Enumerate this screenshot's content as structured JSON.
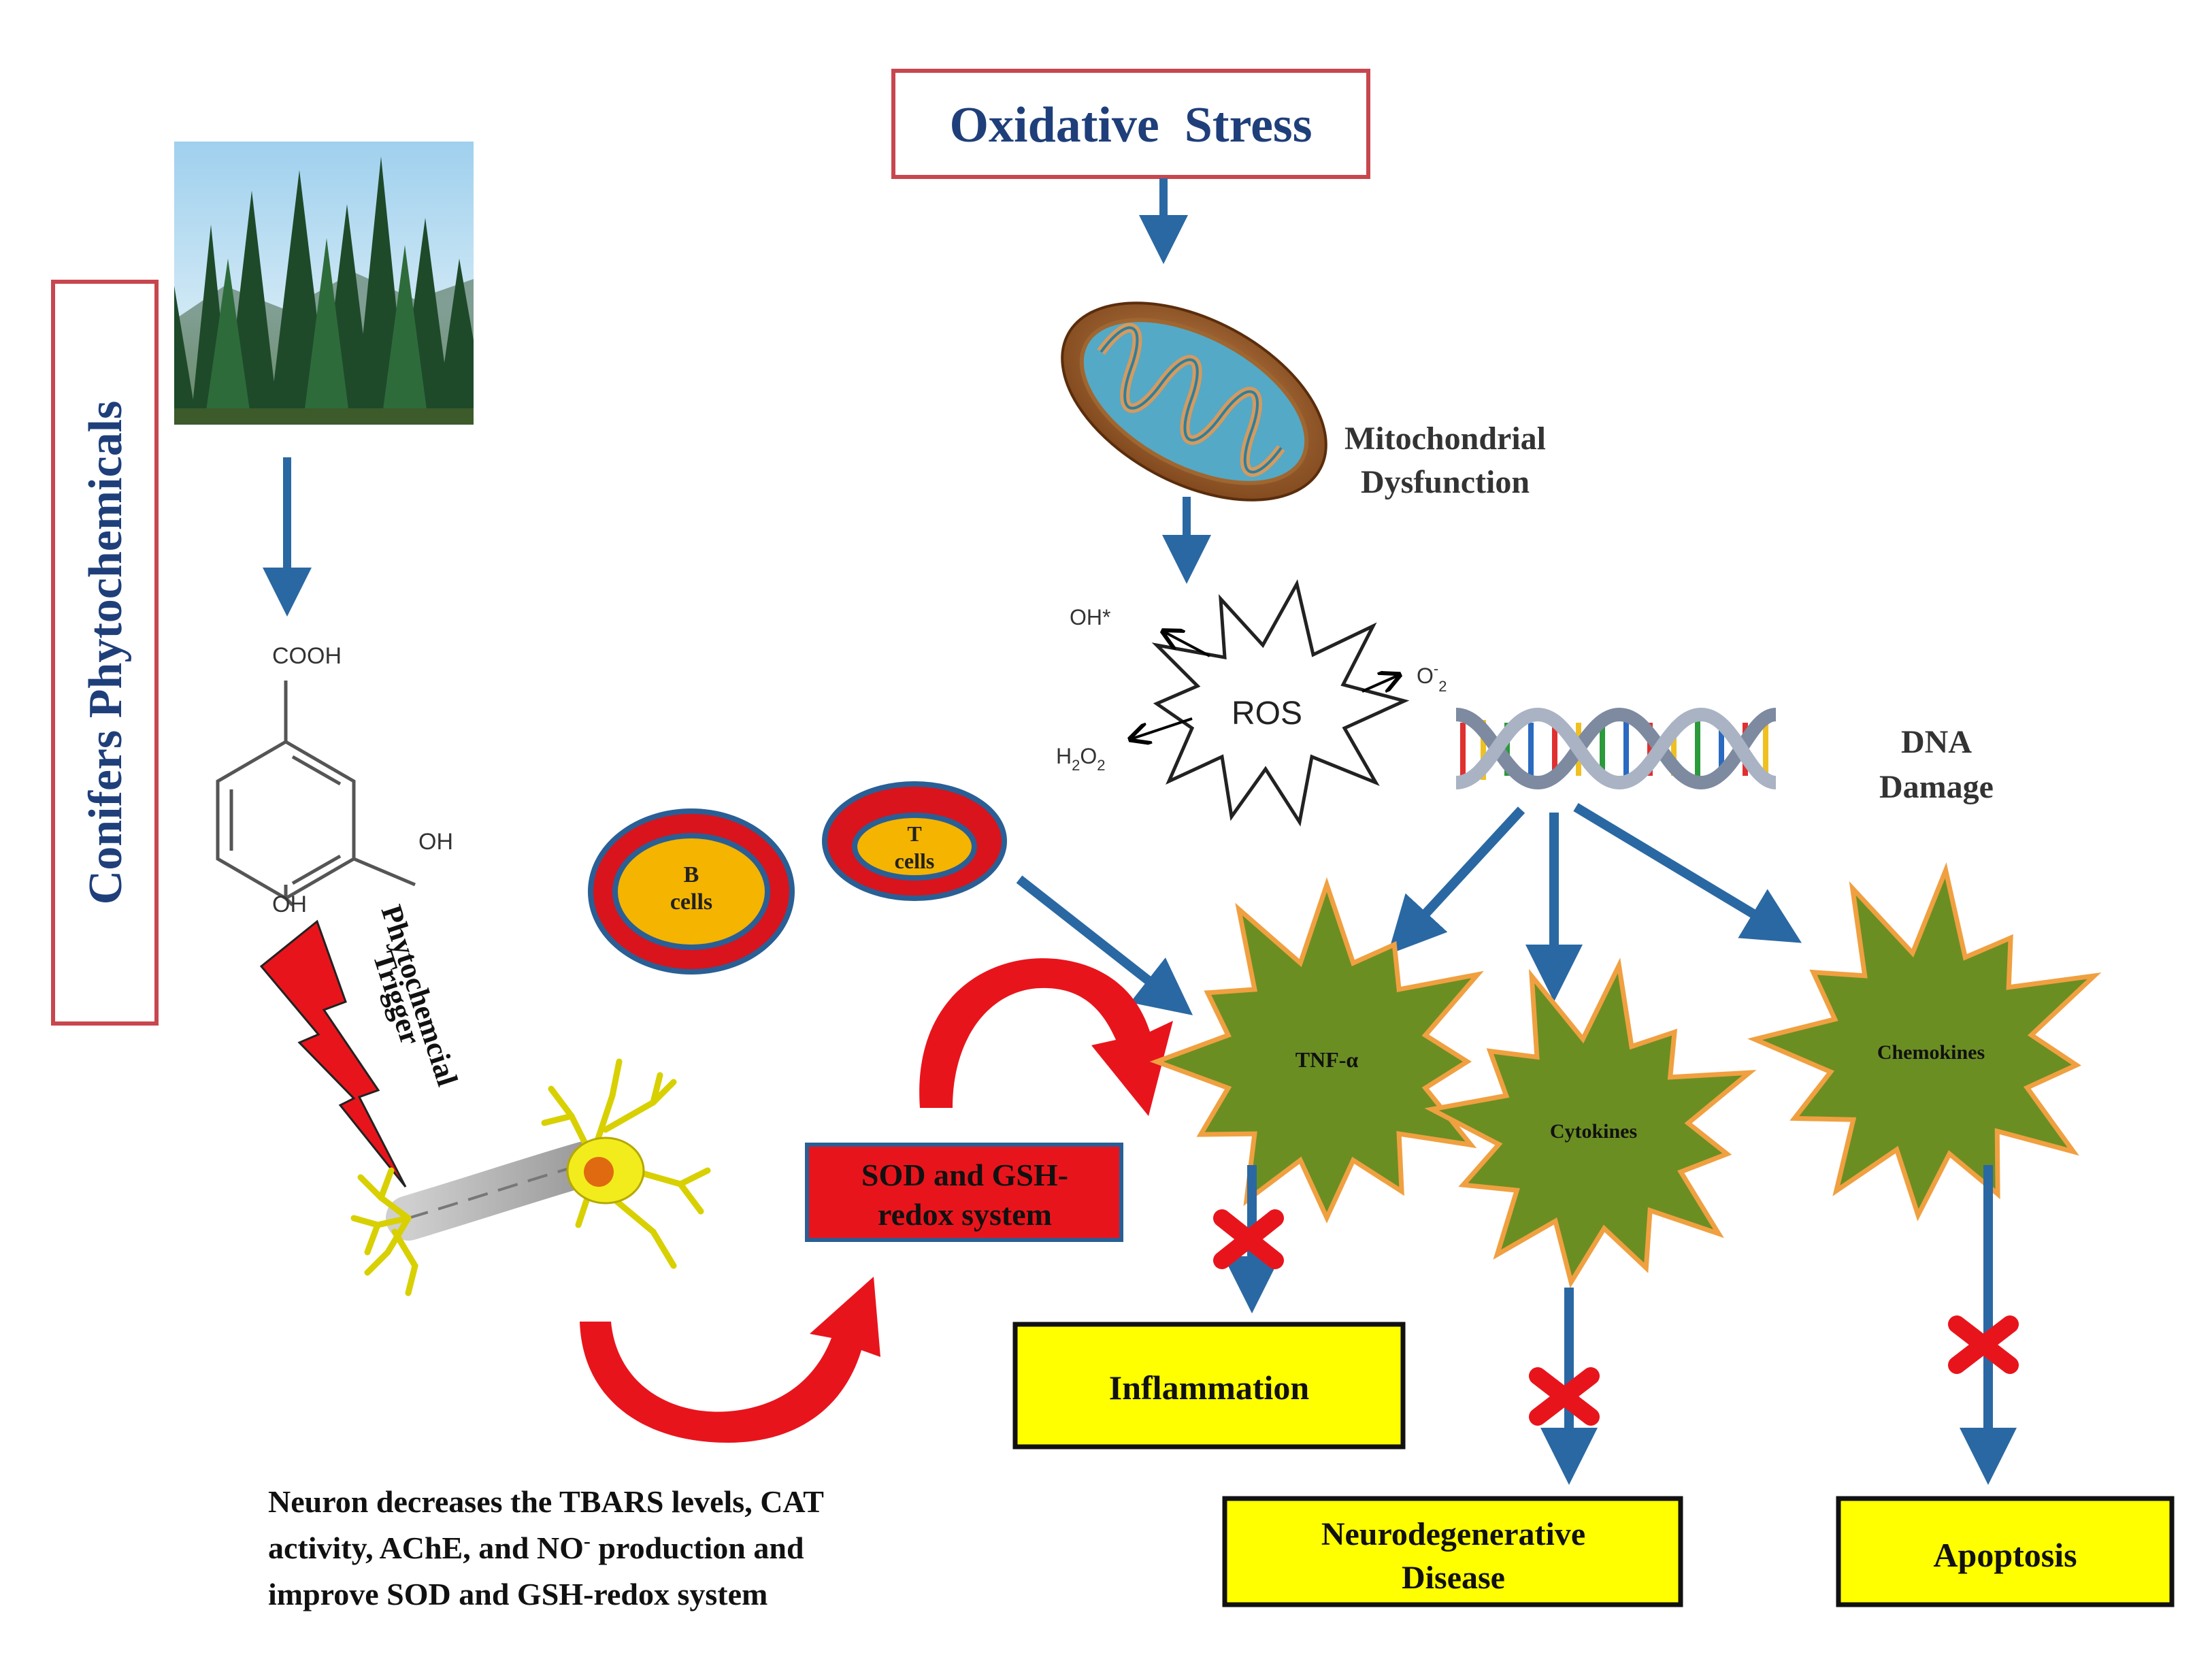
{
  "titles": {
    "oxidative_stress": "Oxidative  Stress",
    "conifers": "Conifers Phytochemicals"
  },
  "molecule": {
    "cooh": "COOH",
    "oh_right": "OH",
    "oh_bottom": "OH"
  },
  "labels": {
    "mito_line1": "Mitochondrial",
    "mito_line2": "Dysfunction",
    "ros": "ROS",
    "oh_radical": "OH*",
    "superoxide": "O",
    "superoxide_sup": "-",
    "superoxide_sub": "2",
    "h2o2_h": "H",
    "h2o2_o": "O",
    "sub2": "2",
    "dna_line1": "DNA",
    "dna_line2": "Damage",
    "b_line1": "B",
    "b_line2": "cells",
    "t_line1": "T",
    "t_line2": "cells",
    "trigger_line1": "Phytochemcial",
    "trigger_line2": "Trigger",
    "sod_line1": "SOD and GSH-",
    "sod_line2": "redox system",
    "tnf": "TNF-α",
    "cytokines": "Cytokines",
    "chemokines": "Chemokines"
  },
  "outcomes": {
    "inflammation": "Inflammation",
    "neuro_line1": "Neurodegenerative",
    "neuro_line2": "Disease",
    "apoptosis": "Apoptosis"
  },
  "caption": {
    "line1": "Neuron decreases the TBARS levels, CAT",
    "line2a": "activity, AChE, and NO",
    "line2sup": "-",
    "line2b": " production and",
    "line3": "improve SOD and GSH-redox system"
  },
  "colors": {
    "title_text": "#1f3f7a",
    "title_border": "#c8464e",
    "arrow": "#2a68a3",
    "red": "#e8141c",
    "cell_outer": "#d9141c",
    "cell_inner": "#f4b400",
    "cell_ring": "#2a5f95",
    "star_fill": "#6b8e23",
    "star_stroke": "#f0a040",
    "yellow": "#ffff00"
  }
}
